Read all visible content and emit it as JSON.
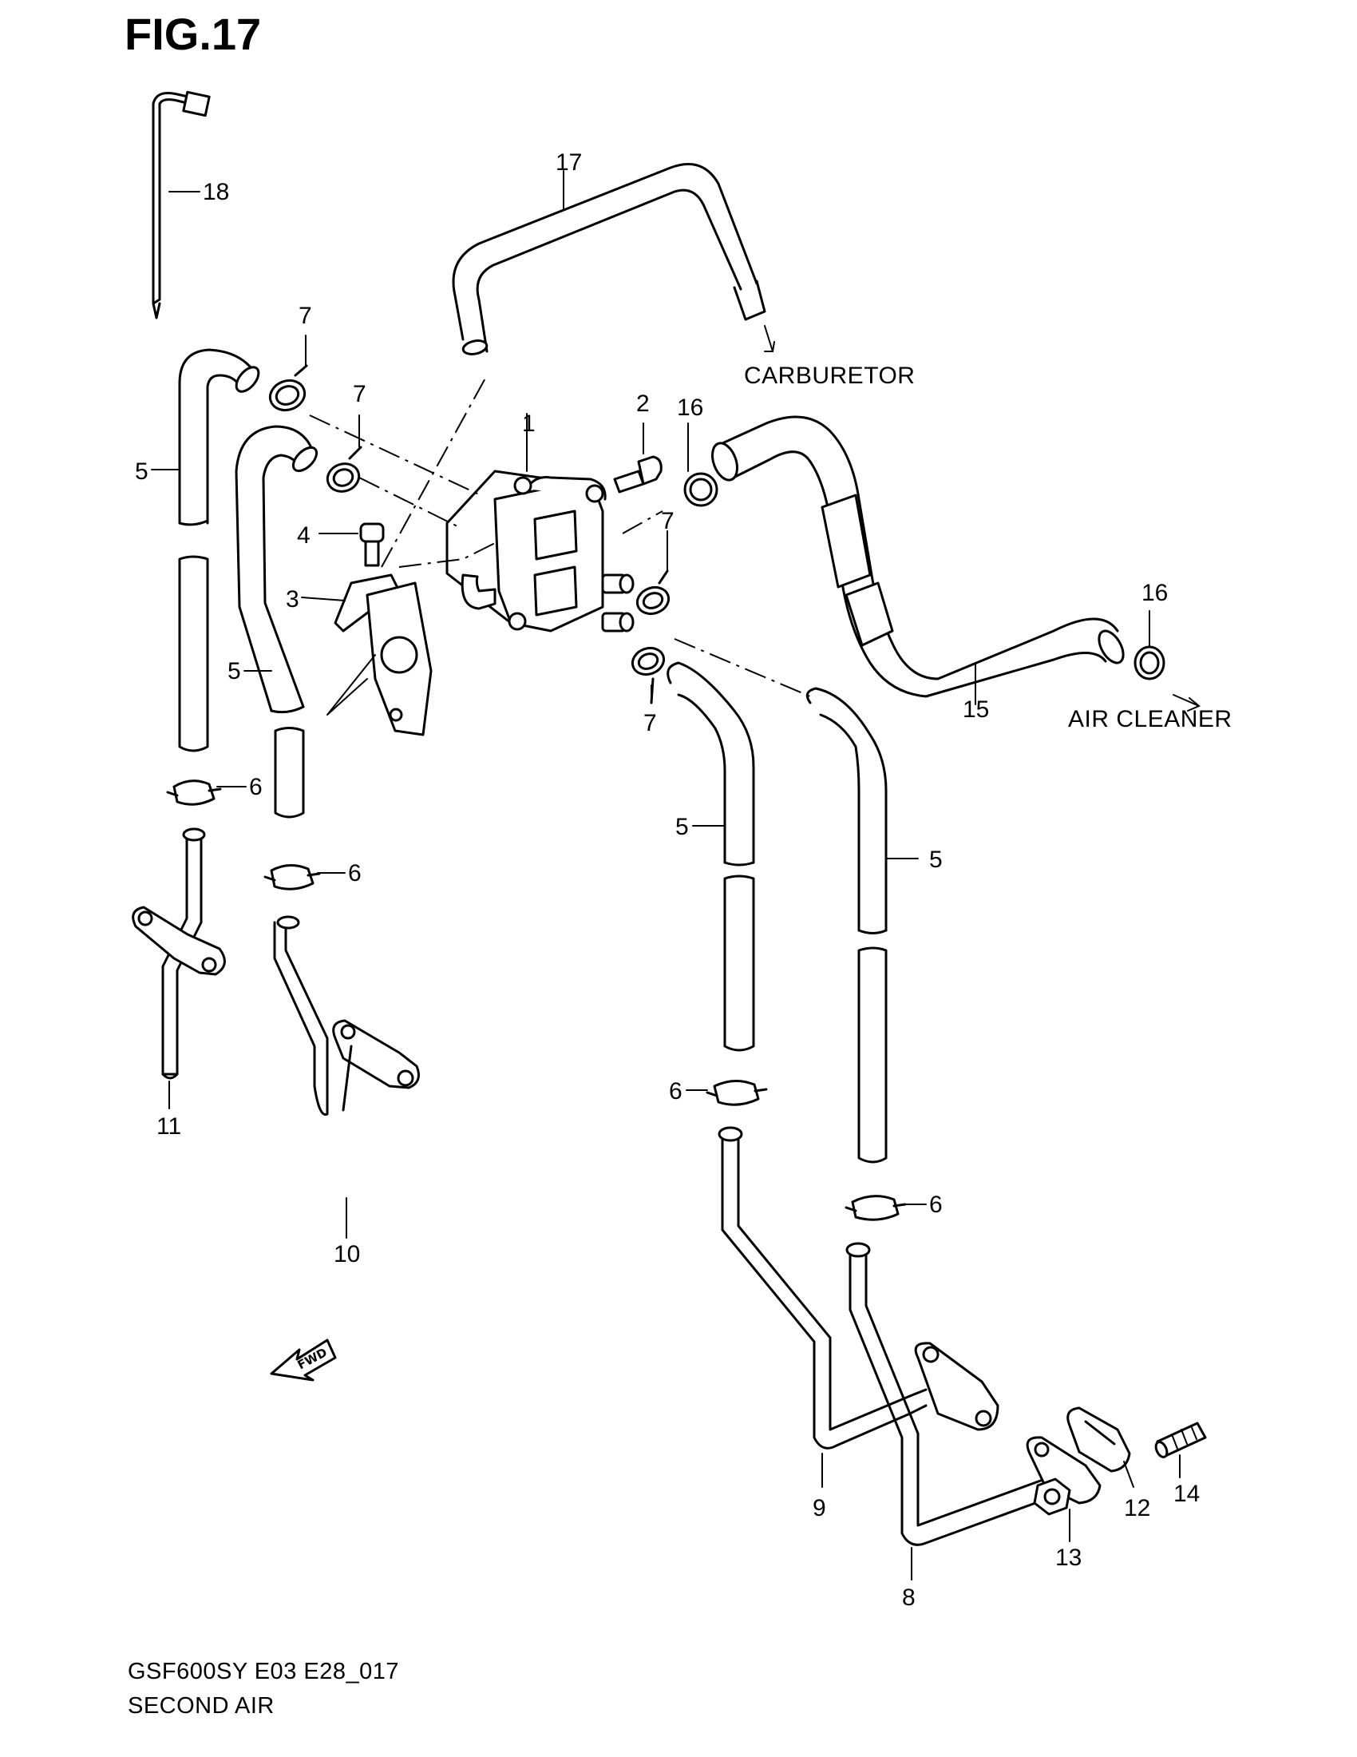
{
  "figure": {
    "title": "FIG.17"
  },
  "notes": {
    "carburetor": "CARBURETOR",
    "air_cleaner": "AIR CLEANER",
    "fwd": "FWD"
  },
  "footer": {
    "model_code": "GSF600SY E03 E28_017",
    "section": "SECOND AIR"
  },
  "labels": {
    "p1": "1",
    "p2": "2",
    "p3": "3",
    "p4": "4",
    "p5a": "5",
    "p5b": "5",
    "p5c": "5",
    "p5d": "5",
    "p6a": "6",
    "p6b": "6",
    "p6c": "6",
    "p6d": "6",
    "p7a": "7",
    "p7b": "7",
    "p7c": "7",
    "p7d": "7",
    "p8": "8",
    "p9": "9",
    "p10": "10",
    "p11": "11",
    "p12": "12",
    "p13": "13",
    "p14": "14",
    "p15": "15",
    "p16a": "16",
    "p16b": "16",
    "p17": "17",
    "p18": "18"
  }
}
